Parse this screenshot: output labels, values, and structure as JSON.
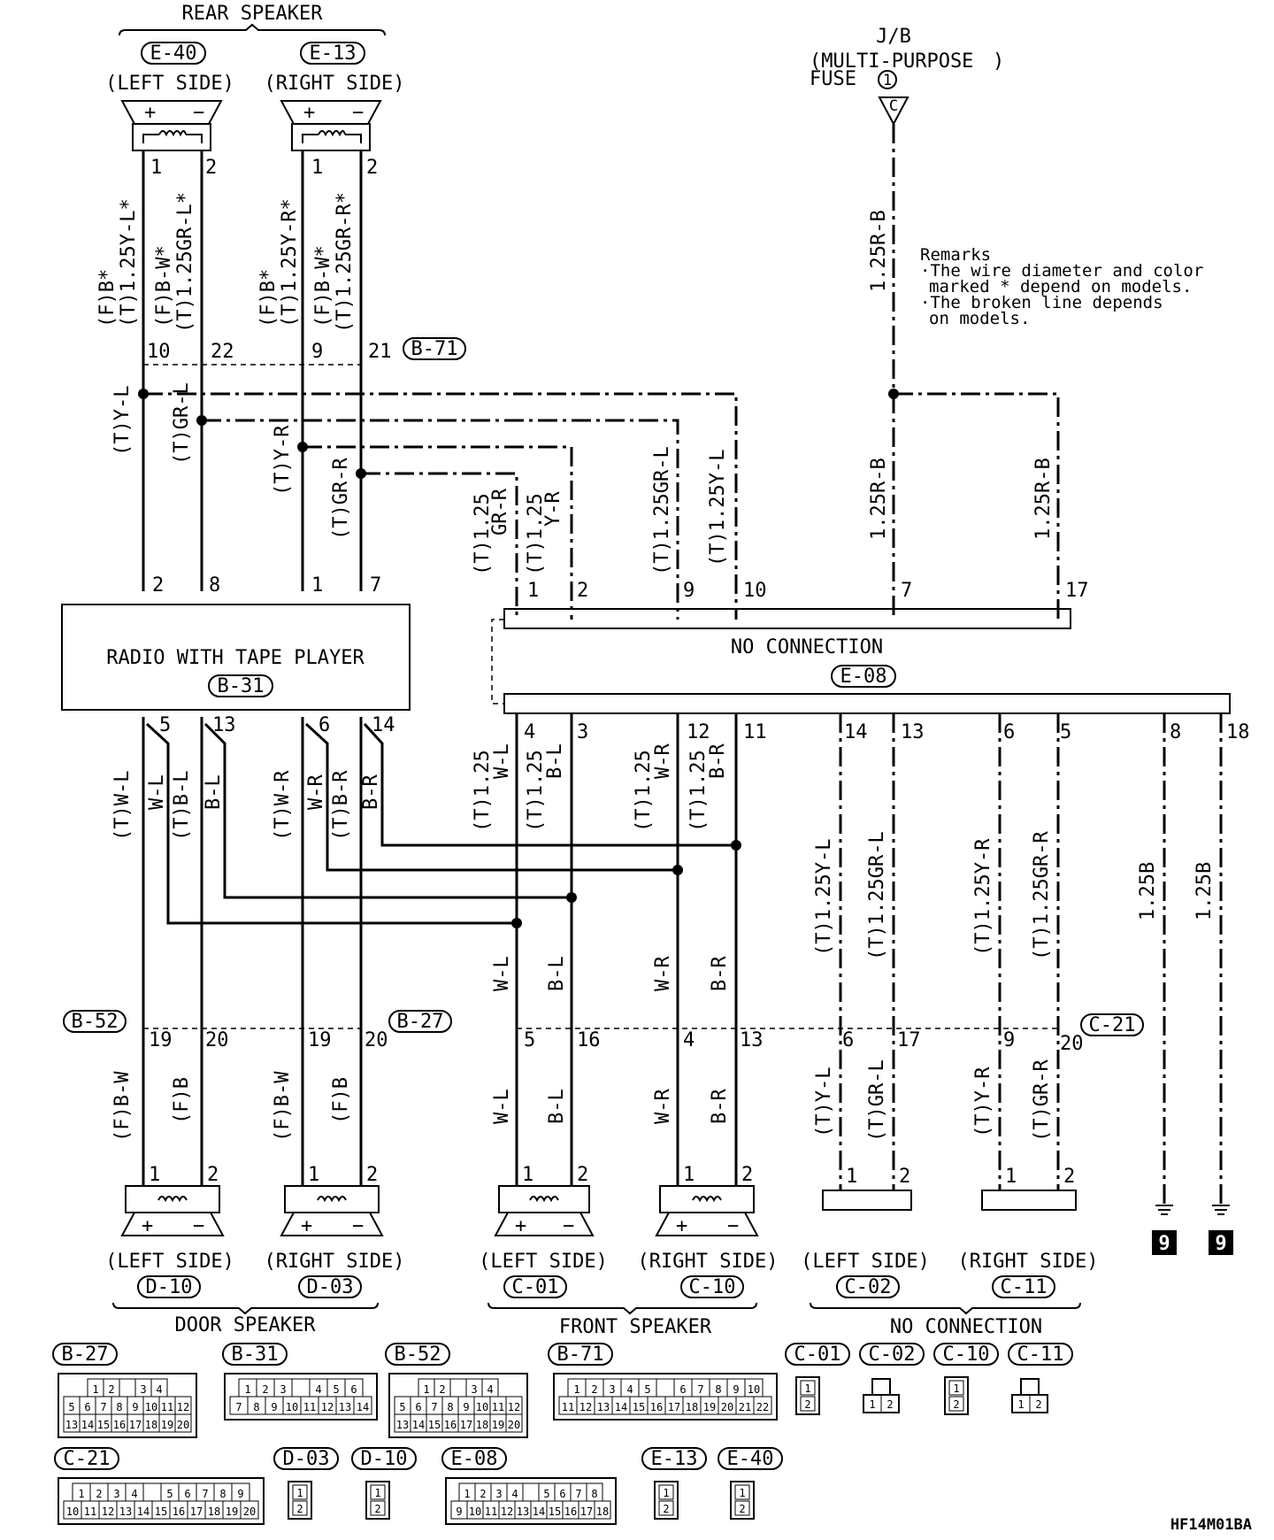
{
  "rear_speaker": {
    "title": "REAR SPEAKER",
    "left_ref": "E-40",
    "right_ref": "E-13",
    "left_label": "(LEFT SIDE)",
    "right_label": "(RIGHT SIDE)"
  },
  "jb": {
    "title": "J/B",
    "line1": "(MULTI-PURPOSE",
    "line2": "FUSE",
    "fuse_no": "1",
    "pin": "C"
  },
  "remarks": {
    "title": "Remarks",
    "line1": "·The wire diameter and color",
    "line2": "marked * depend on models.",
    "line3": "·The broken line depends",
    "line4": "on models."
  },
  "top_wires": {
    "w1": "(F)B*",
    "w2": "(T)1.25Y-L*",
    "w3": "(F)B-W*",
    "w4": "(T)1.25GR-L*",
    "w5": "(F)B*",
    "w6": "(T)1.25Y-R*",
    "w7": "(F)B-W*",
    "w8": "(T)1.25GR-R*",
    "jb_wire": "1.25R-B"
  },
  "b71": {
    "ref": "B-71",
    "p10": "10",
    "p22": "22",
    "p9": "9",
    "p21": "21"
  },
  "mid_wires": {
    "a": "(T)Y-L",
    "b": "(T)GR-L",
    "c": "(T)Y-R",
    "d": "(T)GR-R",
    "e1": "(T)1.25",
    "e2": "GR-R",
    "f1": "(T)1.25",
    "f2": "Y-R",
    "g": "(T)1.25GR-L",
    "h": "(T)1.25Y-L",
    "i": "1.25R-B",
    "j": "1.25R-B"
  },
  "radio": {
    "title": "RADIO WITH TAPE PLAYER",
    "ref": "B-31",
    "top_pins": [
      "2",
      "8",
      "1",
      "7"
    ],
    "bottom_pins": [
      "5",
      "13",
      "6",
      "14"
    ]
  },
  "e08": {
    "ref": "E-08",
    "no_connection": "NO CONNECTION",
    "top_pins": [
      "1",
      "2",
      "9",
      "10",
      "7",
      "17"
    ],
    "bottom_pins": [
      "4",
      "3",
      "12",
      "11",
      "14",
      "13",
      "6",
      "5",
      "8",
      "18"
    ]
  },
  "lower_wires": {
    "tw_l": "(T)W-L",
    "w_l": "W-L",
    "tb_l": "(T)B-L",
    "b_l": "B-L",
    "tw_r": "(T)W-R",
    "w_r": "W-R",
    "tb_r": "(T)B-R",
    "b_r": "B-R",
    "t125": "(T)1.25",
    "wl": "W-L",
    "bl": "B-L",
    "wr": "W-R",
    "br": "B-R",
    "y125l": "(T)1.25Y-L",
    "gr125l": "(T)1.25GR-L",
    "y125r": "(T)1.25Y-R",
    "gr125r": "(T)1.25GR-R",
    "b125": "1.25B"
  },
  "junctions": {
    "b52": "B-52",
    "b27": "B-27",
    "c21": "C-21",
    "p19": "19",
    "p20": "20",
    "p5": "5",
    "p16": "16",
    "p4": "4",
    "p13": "13",
    "p6": "6",
    "p17": "17",
    "p9": "9"
  },
  "bottom_wires": {
    "fbw": "(F)B-W",
    "fb": "(F)B",
    "wl": "W-L",
    "bl": "B-L",
    "wr": "W-R",
    "br": "B-R",
    "tyl": "(T)Y-L",
    "tgrl": "(T)GR-L",
    "tyr": "(T)Y-R",
    "tgrr": "(T)GR-R"
  },
  "bottom_speakers": {
    "left": "(LEFT SIDE)",
    "right": "(RIGHT SIDE)",
    "d10": "D-10",
    "d03": "D-03",
    "c01": "C-01",
    "c10": "C-10",
    "c02": "C-02",
    "c11": "C-11",
    "door": "DOOR SPEAKER",
    "front": "FRONT SPEAKER",
    "no_conn": "NO CONNECTION",
    "plus": "+",
    "minus": "−",
    "pin1": "1",
    "pin2": "2",
    "ground": "9"
  },
  "connectors": {
    "row1": [
      "B-27",
      "B-31",
      "B-52",
      "B-71",
      "C-01",
      "C-02",
      "C-10",
      "C-11"
    ],
    "row2": [
      "C-21",
      "D-03",
      "D-10",
      "E-08",
      "E-13",
      "E-40"
    ],
    "b27_rows": [
      [
        "1",
        "2",
        "",
        "3",
        "4"
      ],
      [
        "5",
        "6",
        "7",
        "8",
        "9",
        "10",
        "11",
        "12"
      ],
      [
        "13",
        "14",
        "15",
        "16",
        "17",
        "18",
        "19",
        "20"
      ]
    ],
    "b31_rows": [
      [
        "1",
        "2",
        "3",
        "",
        "4",
        "5",
        "6"
      ],
      [
        "7",
        "8",
        "9",
        "10",
        "11",
        "12",
        "13",
        "14"
      ]
    ],
    "b71_rows": [
      [
        "1",
        "2",
        "3",
        "4",
        "5",
        "",
        "6",
        "7",
        "8",
        "9",
        "10"
      ],
      [
        "11",
        "12",
        "13",
        "14",
        "15",
        "16",
        "17",
        "18",
        "19",
        "20",
        "21",
        "22"
      ]
    ],
    "c21_rows": [
      [
        "1",
        "2",
        "3",
        "4",
        "",
        "5",
        "6",
        "7",
        "8",
        "9"
      ],
      [
        "10",
        "11",
        "12",
        "13",
        "14",
        "15",
        "16",
        "17",
        "18",
        "19",
        "20"
      ]
    ],
    "e08_rows": [
      [
        "1",
        "2",
        "3",
        "4",
        "",
        "5",
        "6",
        "7",
        "8"
      ],
      [
        "9",
        "10",
        "11",
        "12",
        "13",
        "14",
        "15",
        "16",
        "17",
        "18"
      ]
    ],
    "two_pin": [
      "1",
      "2"
    ]
  },
  "diagram_code": "HF14M01BA"
}
